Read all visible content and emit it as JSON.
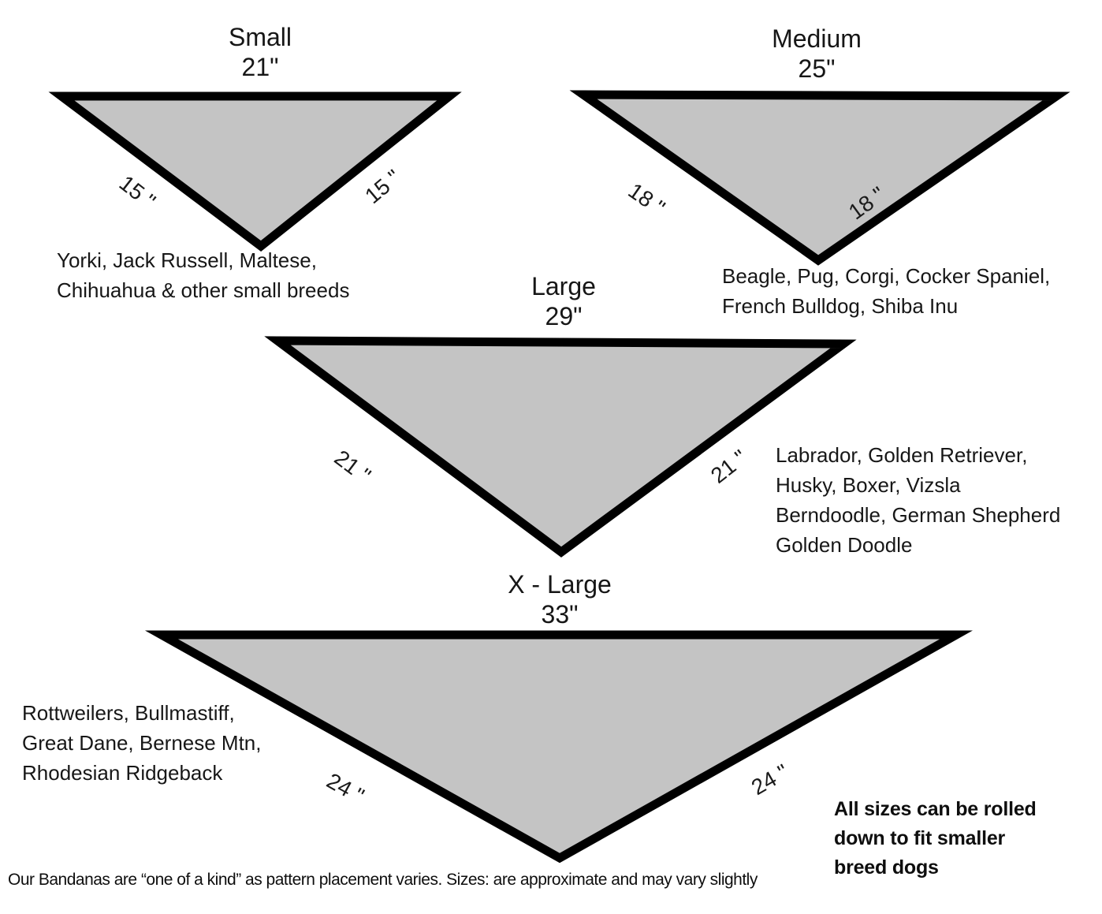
{
  "colors": {
    "triangle_fill": "#c4c4c4",
    "triangle_border": "#000000",
    "text": "#141414"
  },
  "sizes": [
    {
      "id": "small",
      "label": "Small",
      "top_width": "21\"",
      "left_side": "15 \"",
      "right_side": "15 \"",
      "breeds": [
        "Yorki, Jack Russell, Maltese,",
        "Chihuahua & other small breeds"
      ]
    },
    {
      "id": "medium",
      "label": "Medium",
      "top_width": "25\"",
      "left_side": "18 \"",
      "right_side": "18 \"",
      "breeds": [
        "Beagle, Pug, Corgi, Cocker Spaniel,",
        "French Bulldog, Shiba Inu"
      ]
    },
    {
      "id": "large",
      "label": "Large",
      "top_width": "29\"",
      "left_side": "21 \"",
      "right_side": "21 \"",
      "breeds": [
        "Labrador, Golden Retriever,",
        "Husky, Boxer, Vizsla",
        "Berndoodle, German Shepherd",
        "Golden Doodle"
      ]
    },
    {
      "id": "xlarge",
      "label": "X - Large",
      "top_width": "33\"",
      "left_side": "24 \"",
      "right_side": "24 \"",
      "breeds": [
        "Rottweilers, Bullmastiff,",
        "Great Dane, Bernese Mtn,",
        "Rhodesian Ridgeback"
      ]
    }
  ],
  "callout": {
    "lines": [
      "All sizes can be rolled",
      "down to fit smaller",
      "breed dogs"
    ]
  },
  "disclaimer": "Our Bandanas are “one of a kind” as pattern placement varies. Sizes: are approximate and may vary slightly"
}
